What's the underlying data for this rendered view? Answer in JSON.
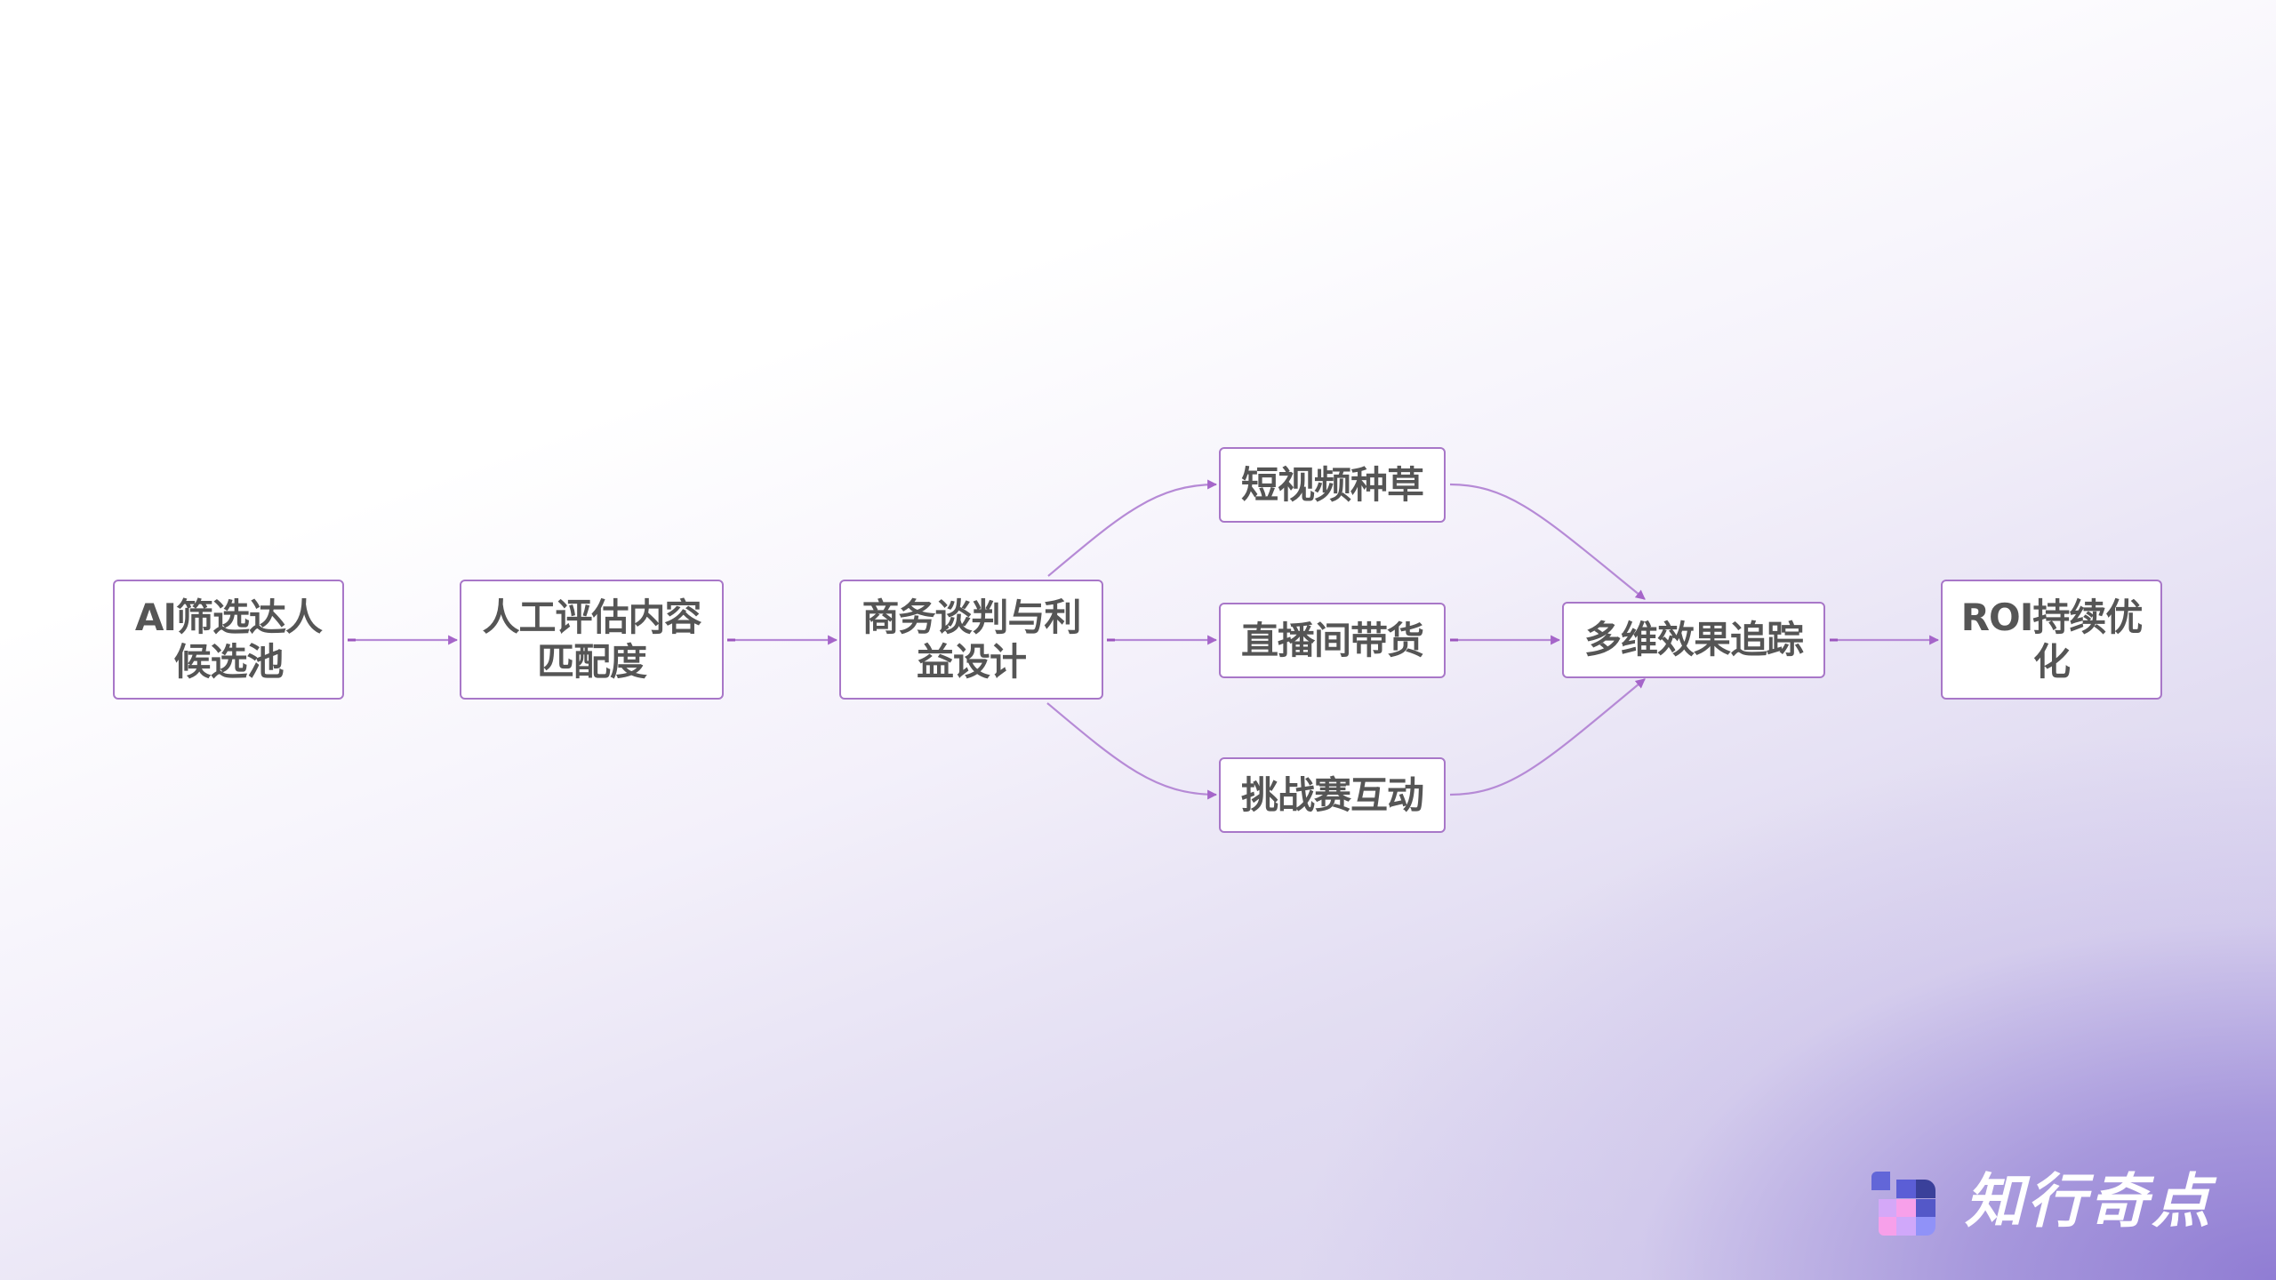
{
  "colors": {
    "node_border": "#a877c8",
    "node_fill": "#ffffff",
    "node_text": "#555555",
    "connector": "#a565c9",
    "connector_light": "#bb90d8",
    "background_top": "#ffffff",
    "background_bottom": "#d6cfee",
    "background_corner": "#9482d4",
    "logo_text": "#ffffff"
  },
  "flowchart": {
    "nodes": [
      {
        "id": "n1",
        "label": "AI筛选达人\n候选池"
      },
      {
        "id": "n2",
        "label": "人工评估内容\n匹配度"
      },
      {
        "id": "n3",
        "label": "商务谈判与利\n益设计"
      },
      {
        "id": "n4",
        "label": "短视频种草"
      },
      {
        "id": "n5",
        "label": "直播间带货"
      },
      {
        "id": "n6",
        "label": "挑战赛互动"
      },
      {
        "id": "n7",
        "label": "多维效果追踪"
      },
      {
        "id": "n8",
        "label": "ROI持续优\n化"
      }
    ],
    "edges": [
      {
        "from": "n1",
        "to": "n2"
      },
      {
        "from": "n2",
        "to": "n3"
      },
      {
        "from": "n3",
        "to": "n4"
      },
      {
        "from": "n3",
        "to": "n5"
      },
      {
        "from": "n3",
        "to": "n6"
      },
      {
        "from": "n4",
        "to": "n7"
      },
      {
        "from": "n5",
        "to": "n7"
      },
      {
        "from": "n6",
        "to": "n7"
      },
      {
        "from": "n7",
        "to": "n8"
      }
    ]
  },
  "logo": {
    "icon": "pixel-grid-logo-icon",
    "text": "知行奇点"
  }
}
